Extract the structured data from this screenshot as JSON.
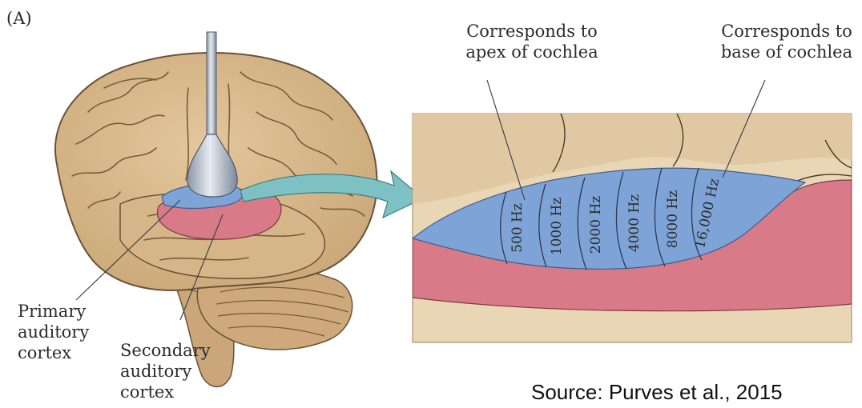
{
  "panel_label": "(A)",
  "brain_labels": {
    "primary": [
      "Primary",
      "auditory",
      "cortex"
    ],
    "secondary": [
      "Secondary",
      "auditory",
      "cortex"
    ]
  },
  "inset_labels": {
    "apex": [
      "Corresponds to",
      "apex of cochlea"
    ],
    "base": [
      "Corresponds to",
      "base of cochlea"
    ]
  },
  "frequency_bands": [
    "500 Hz",
    "1000 Hz",
    "2000 Hz",
    "4000 Hz",
    "8000 Hz",
    "16,000 Hz"
  ],
  "source": "Source: Purves et al., 2015",
  "colors": {
    "brain": "#d9b98c",
    "primary_cortex": "#7ea3d6",
    "secondary_cortex": "#d87a88",
    "arrow": "#7ec1c4",
    "inset_bg": "#e9d6b4"
  }
}
